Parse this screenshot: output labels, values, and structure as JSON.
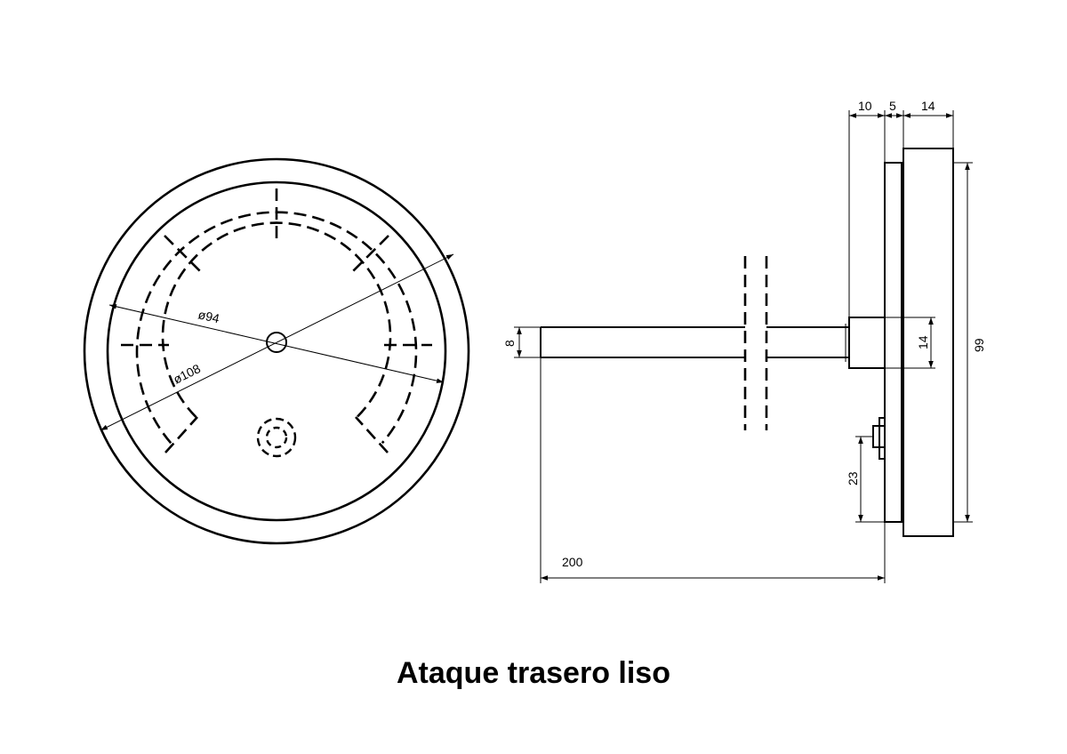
{
  "caption": "Ataque trasero liso",
  "front_view": {
    "dim_inner_diameter": "ø94",
    "dim_outer_diameter": "ø108"
  },
  "side_view": {
    "dim_top_10": "10",
    "dim_top_5": "5",
    "dim_top_14": "14",
    "dim_stem": "8",
    "dim_socket": "14",
    "dim_height": "99",
    "dim_knob": "23",
    "dim_length": "200"
  }
}
